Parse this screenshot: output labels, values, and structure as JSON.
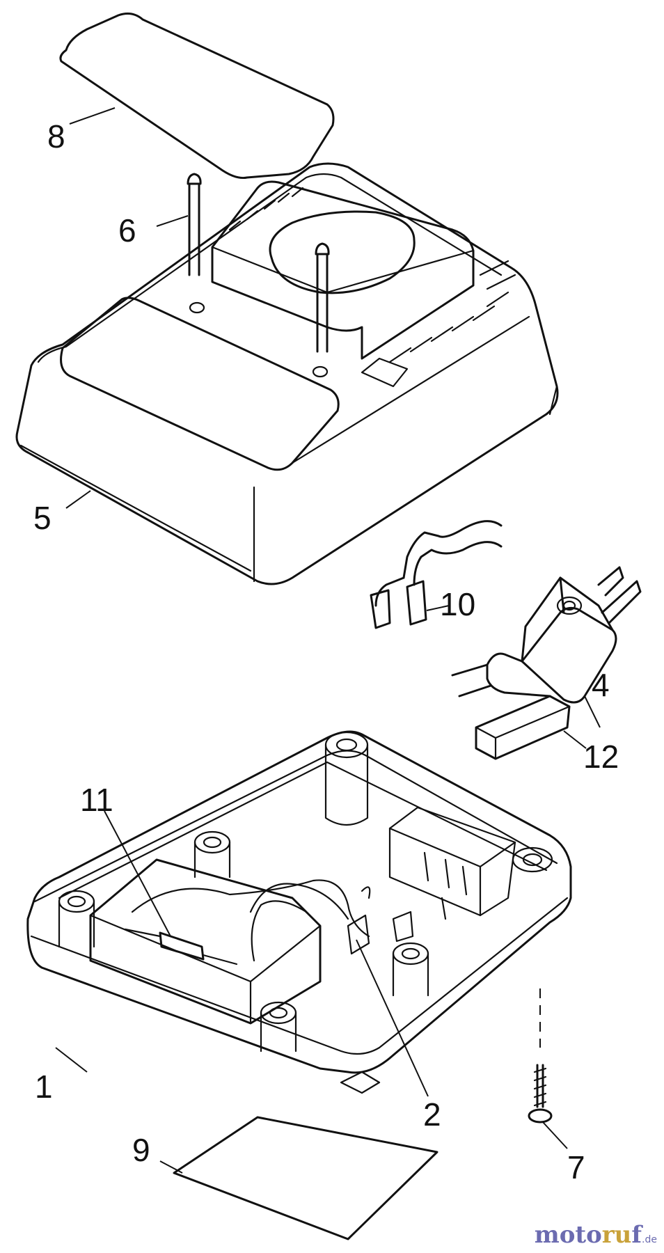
{
  "callouts": {
    "c1": "1",
    "c2": "2",
    "c4": "4",
    "c5": "5",
    "c6": "6",
    "c7": "7",
    "c8": "8",
    "c9": "9",
    "c10": "10",
    "c11": "11",
    "c12": "12"
  },
  "watermark": {
    "part1": "moto",
    "part2": "ru",
    "part3": "f",
    "suffix": ".de"
  }
}
